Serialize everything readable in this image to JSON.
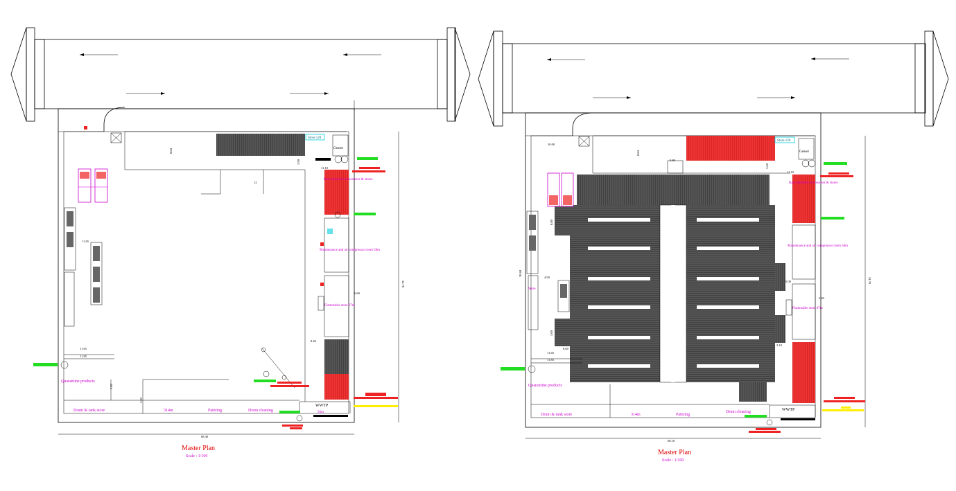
{
  "plans": [
    {
      "title": "Master Plan",
      "scale": "Scale : 1/100",
      "labels": {
        "genset": "Genset",
        "wwtp": "WWTP",
        "wwtp_area": "56m",
        "quarantine": "Quarantine products",
        "drum_tank": "Drum & tank store",
        "area": "314m",
        "painting": "Painting",
        "drum_cleaning": "Drum cleaning",
        "maintenance": "Maintenance and air compressor room 58m",
        "flammable": "Flammable store 67m",
        "raw_materials": "Raw materials accessories & stores",
        "cyan_tag": "Store 120"
      },
      "dims": {
        "bottom": "68.40",
        "right": "54.70",
        "d1": "11.65",
        "d2": "11.85",
        "d3": "8.84",
        "d4": "3.90",
        "d5": "11.10",
        "d6": "6.80",
        "d7": "8.40",
        "d8": "3.82",
        "d9": "3.02",
        "d10": "12"
      }
    },
    {
      "title": "Master Plan",
      "scale": "Scale : 1/100",
      "labels": {
        "genset": "Genset",
        "wwtp": "WWTP",
        "quarantine": "Quarantine products",
        "drum_tank": "Drum & tank store",
        "area": "314m",
        "painting": "Painting",
        "drum_cleaning": "Drum cleaning",
        "maintenance": "Maintenance and air compressor room 58m",
        "flammable": "Flammable store 67m",
        "raw_materials": "Raw materials accessories & stores",
        "cyan_tag": "Store 120",
        "store": "Store"
      },
      "dims": {
        "bottom": "68.10",
        "right": "54.70",
        "d1": "11.65",
        "d2": "11.85",
        "d3": "8.84",
        "d4": "11.10",
        "d5": "10.00",
        "d6": "5.80",
        "d7": "3.60",
        "d8": "5.00",
        "d9": "3.10",
        "d10": "3.40",
        "d11": "30.60",
        "d12": "4.90",
        "d13": "8.80",
        "d14": "5.00",
        "d15": "8.60"
      }
    }
  ],
  "colors": {
    "red": "#ee2222",
    "green": "#22dd22",
    "yellow": "#ffee00",
    "magenta": "#cc00cc",
    "roof": "#444444",
    "cyan": "#00ccdd"
  }
}
